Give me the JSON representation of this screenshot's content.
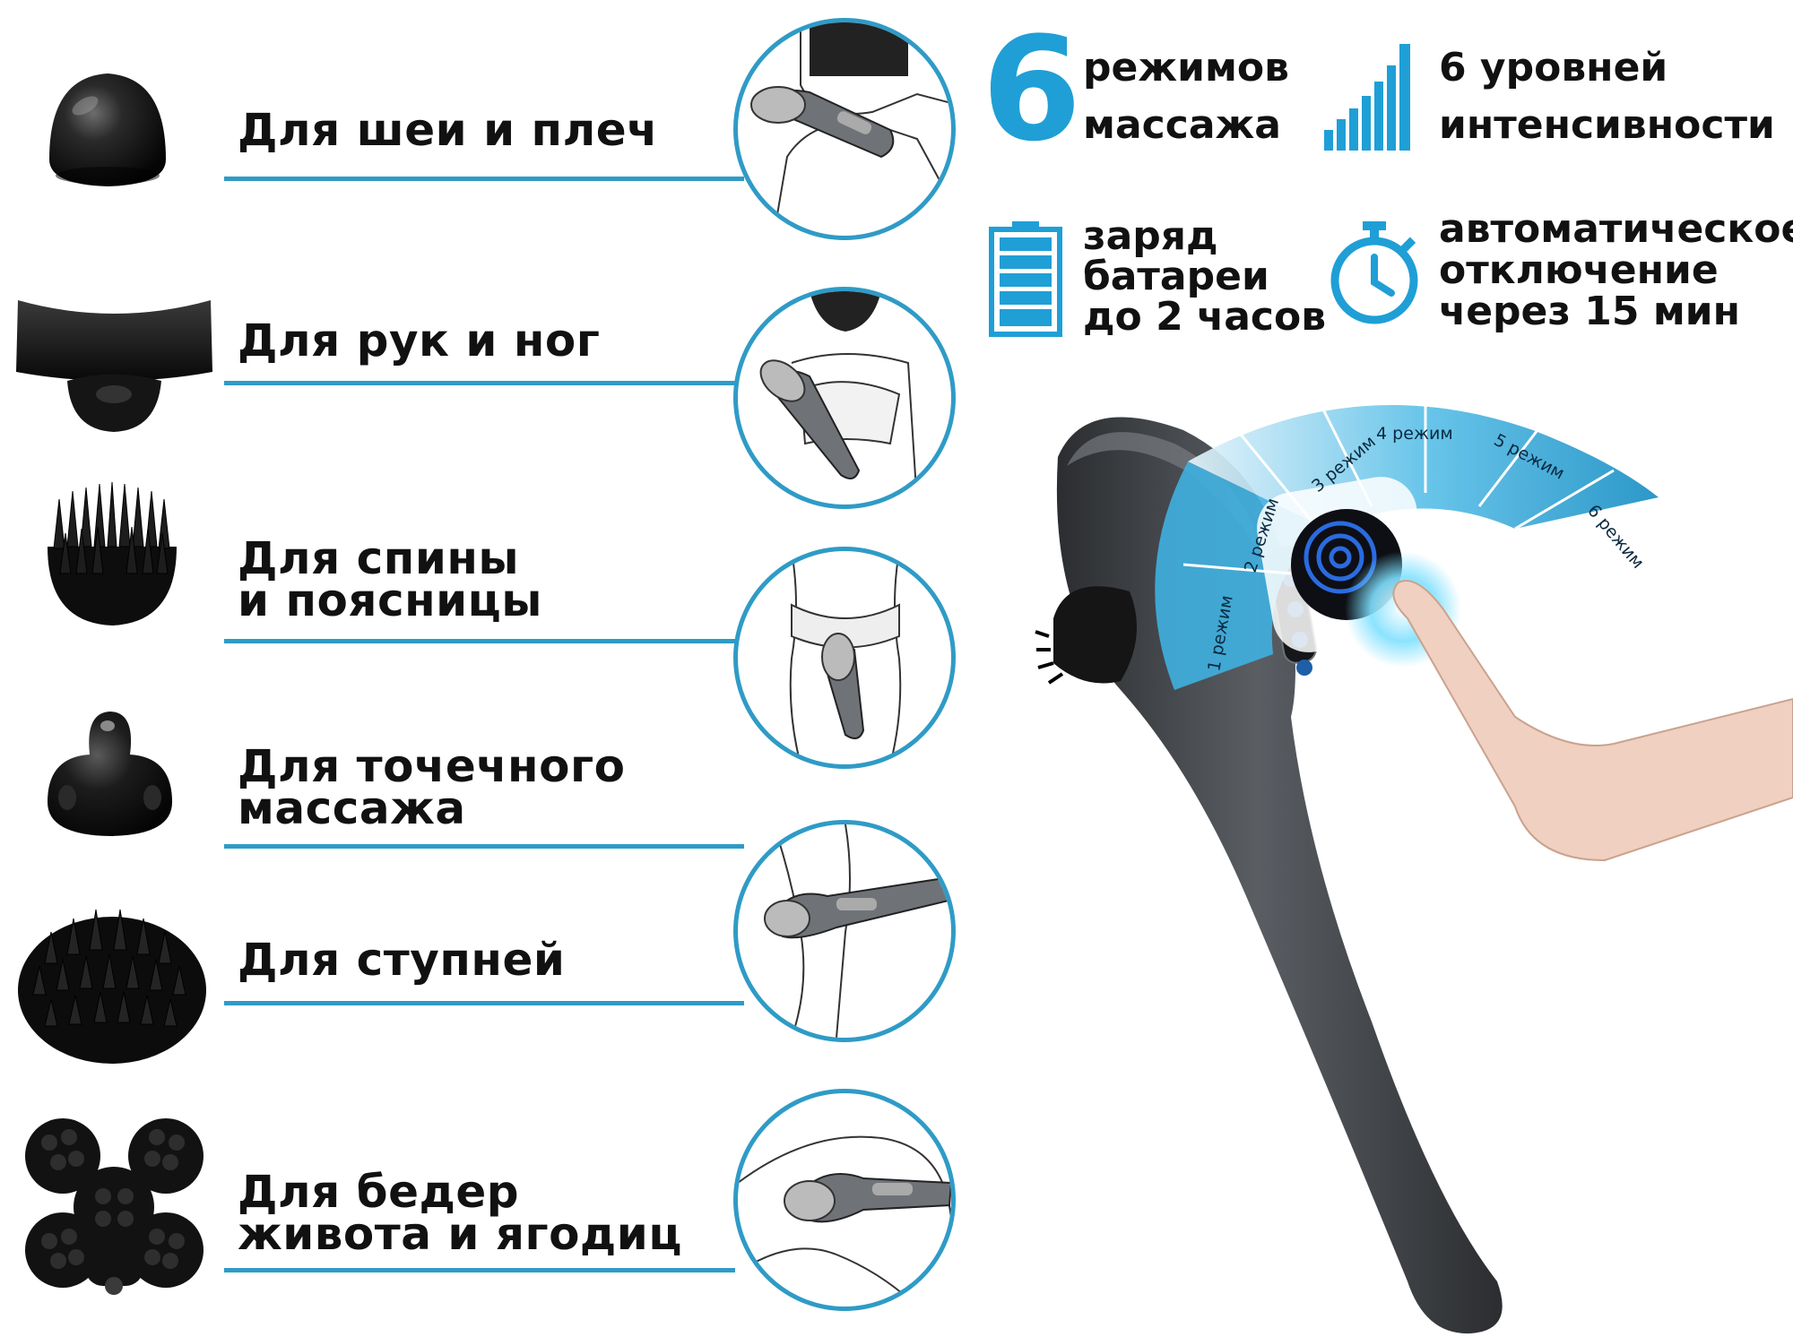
{
  "rows": [
    {
      "label": "Для шеи и плеч"
    },
    {
      "label": "Для рук и ног"
    },
    {
      "label": "Для спины",
      "label2": "и поясницы"
    },
    {
      "label": "Для точечного",
      "label2": "массажа"
    },
    {
      "label": "Для ступней"
    },
    {
      "label": "Для бедер",
      "label2": "живота и ягодиц"
    }
  ],
  "features": {
    "modes_number": "6",
    "modes_line1": "режимов",
    "modes_line2": "массажа",
    "intensity_line1": "6 уровней",
    "intensity_line2": "интенсивности",
    "battery_line1": "заряд",
    "battery_line2": "батареи",
    "battery_line3": "до 2 часов",
    "auto_line1": "автоматическое",
    "auto_line2": "отключение",
    "auto_line3": "через 15 мин"
  },
  "modes": [
    "1 режим",
    "2 режим",
    "3 режим",
    "4 режим",
    "5 режим",
    "6 режим"
  ],
  "colors": {
    "accent": "#2f9bc6",
    "icon_blue": "#1f9fd6",
    "fan_light": "#cde9f4",
    "fan_dark": "#1e93c9",
    "device_body": "#4a4d52"
  },
  "icons": {
    "intensity": "signal-bars-icon",
    "battery": "battery-icon",
    "timer": "stopwatch-icon",
    "touch": "touch-button-icon"
  }
}
